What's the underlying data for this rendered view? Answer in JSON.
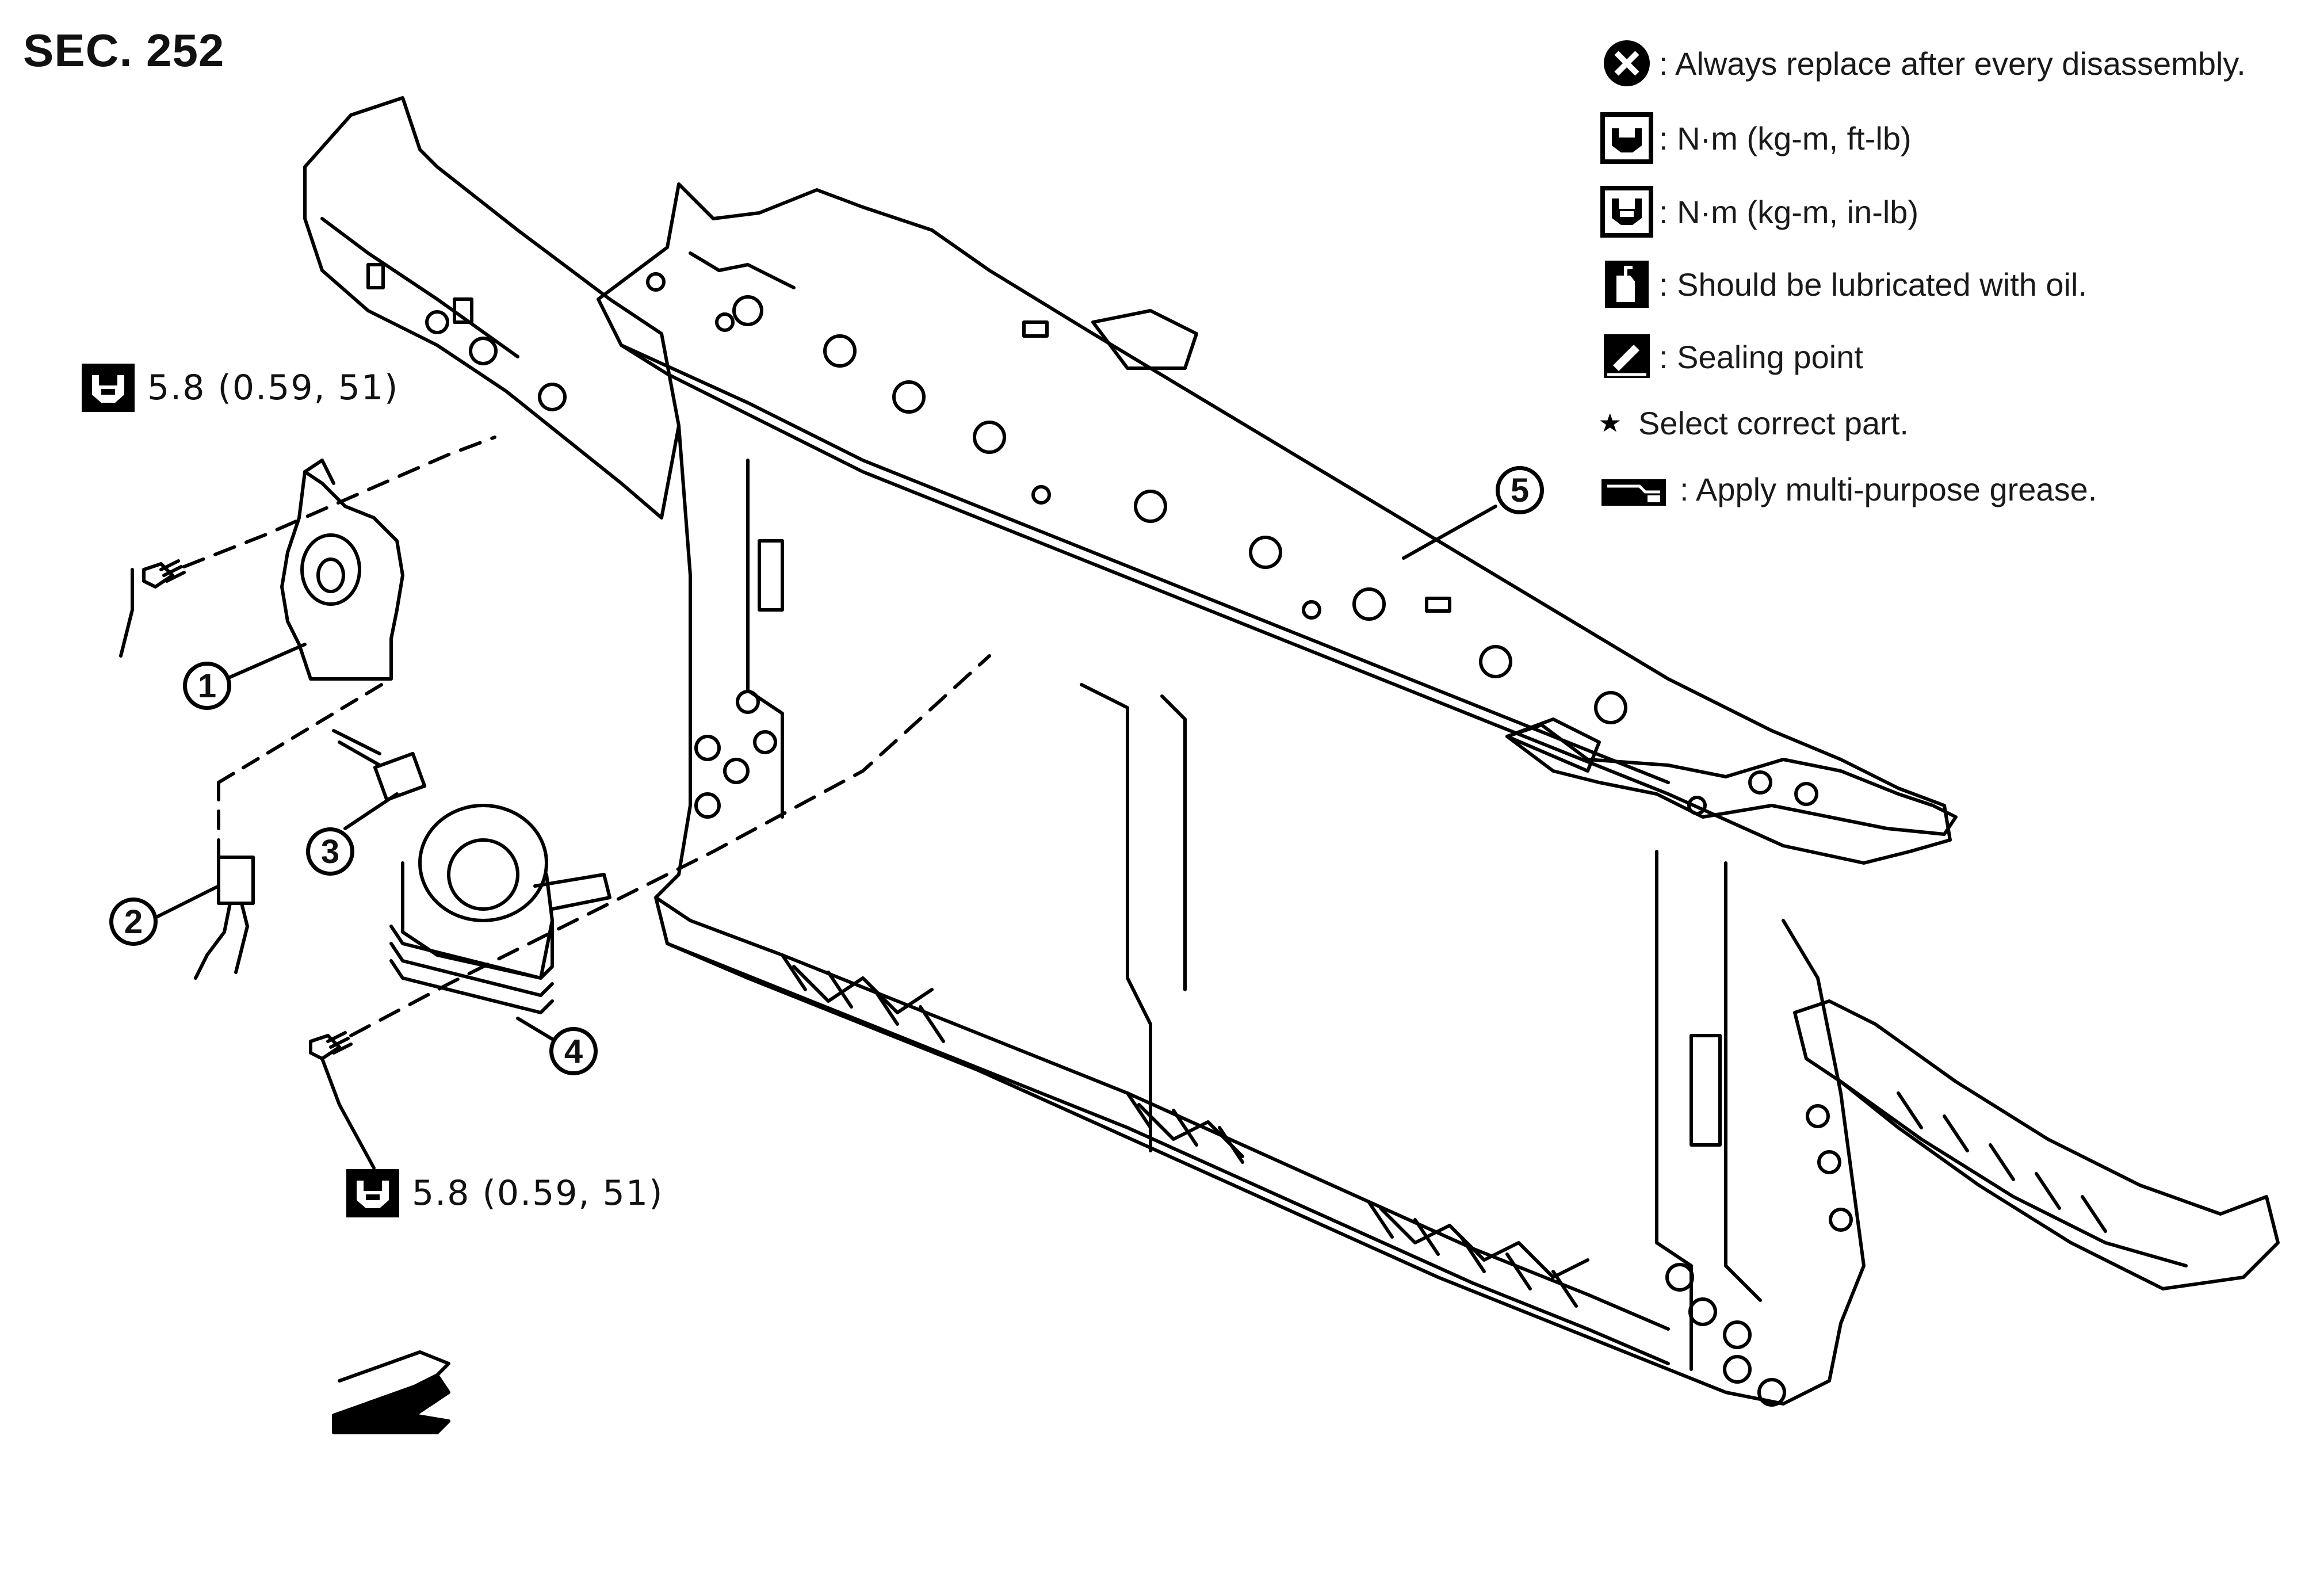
{
  "section": {
    "title": "SEC. 252"
  },
  "legend": [
    {
      "icon": "replace-x-icon",
      "text": ": Always replace after every disassembly."
    },
    {
      "icon": "torque-wrench-icon",
      "text": ": N·m (kg-m, ft-lb)"
    },
    {
      "icon": "torque-wrench-icon",
      "text": ": N·m (kg-m, in-lb)"
    },
    {
      "icon": "oil-can-icon",
      "text": ": Should be lubricated with oil."
    },
    {
      "icon": "sealing-point-icon",
      "text": ": Sealing point"
    },
    {
      "icon": "star-icon",
      "text": "Select correct part."
    },
    {
      "icon": "grease-icon",
      "text": ": Apply multi-purpose grease."
    }
  ],
  "torque_specs": [
    {
      "icon": "torque-wrench-icon",
      "text": "5.8 (0.59, 51)"
    },
    {
      "icon": "torque-wrench-icon",
      "text": "5.8 (0.59, 51)"
    }
  ],
  "callouts": [
    "1",
    "2",
    "3",
    "4",
    "5"
  ],
  "front_arrow": {
    "icon": "front-direction-arrow-icon"
  }
}
